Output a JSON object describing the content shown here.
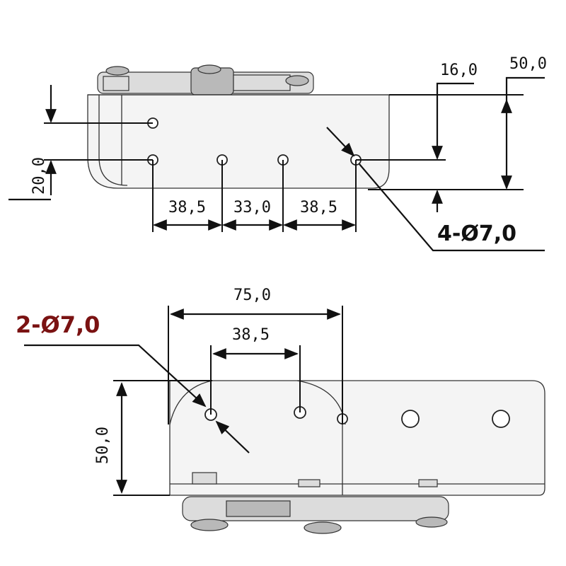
{
  "top_view": {
    "dims": {
      "d16": "16,0",
      "d50": "50,0",
      "d20": "20,0",
      "d38a": "38,5",
      "d33": "33,0",
      "d38b": "38,5"
    },
    "callout": "4-Ø7,0"
  },
  "bottom_view": {
    "dims": {
      "d75": "75,0",
      "d38": "38,5",
      "d50": "50,0"
    },
    "callout": "2-Ø7,0"
  },
  "colors": {
    "line": "#333333",
    "callout_accent": "#7a1212"
  }
}
